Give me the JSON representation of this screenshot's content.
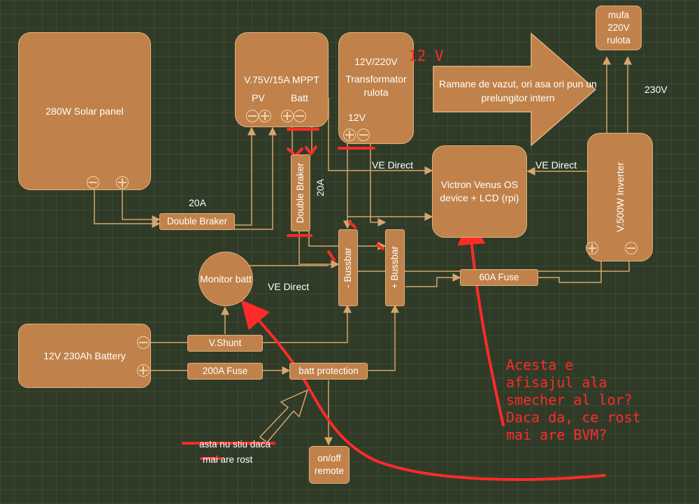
{
  "blocks": {
    "solar_panel": "280W Solar panel",
    "mppt": "V.75V/15A MPPT",
    "mppt_pv": "PV",
    "mppt_batt": "Batt",
    "transformer_in": "12V/220V",
    "transformer_name": "Transformator rulota",
    "transformer_out": "12V",
    "big_arrow": "Ramane de vazut, ori asa ori pun un prelungitor intern",
    "mufa": "mufa 220V rulota",
    "venus": "Victron Venus OS device + LCD (rpi)",
    "inverter": "V.500W Inverter",
    "double_braker_1": "Double Braker",
    "double_braker_2": "Double Braker",
    "bussbar_neg": "- Bussbar",
    "bussbar_pos": "+ Bussbar",
    "monitor": "Monitor batt",
    "battery": "12V 230Ah Battery",
    "shunt": "V.Shunt",
    "fuse_200": "200A Fuse",
    "batt_protection": "batt protection",
    "fuse_60": "60A Fuse",
    "onoff": "on/off remote"
  },
  "labels": {
    "a20_left": "20A",
    "a20_vertical": "20A",
    "ve_direct_1": "VE Direct",
    "ve_direct_2": "VE Direct",
    "ve_direct_3": "VE Direct",
    "v230": "230V"
  },
  "annotations": {
    "red_12v": "12 V",
    "note_bottom_line1": "asta nu stiu daca",
    "note_bottom_line2": "mai are rost",
    "red_comment": "Acesta e\nafisajul ala\nsmecher al lor?\nDaca da, ce rost\nmai are BVM?"
  },
  "colors": {
    "box_fill": "#c0824a",
    "box_border": "#e0b180",
    "wire": "#d9a56c",
    "annotation_red": "#ff2a2a",
    "background": "#2f3b27"
  }
}
